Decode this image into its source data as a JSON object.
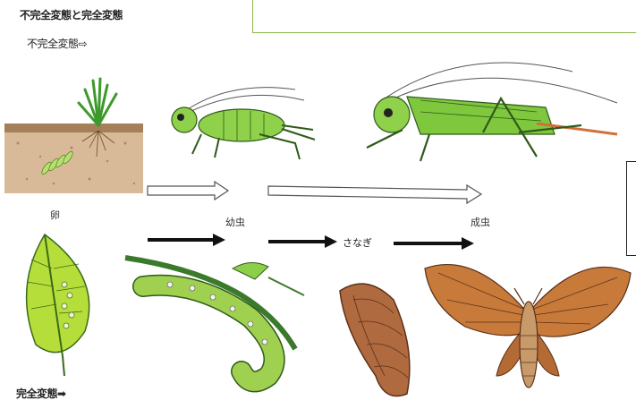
{
  "title": "不完全変態と完全変態",
  "incomplete_label": "不完全変態⇨",
  "complete_label": "完全変態➡",
  "stage_labels": {
    "egg": "卵",
    "larva": "幼虫",
    "pupa": "さなぎ",
    "adult": "成虫"
  },
  "colors": {
    "frame_green": "#8ab84a",
    "cricket_green": "#8fd14a",
    "caterpillar_green": "#9fd050",
    "moth_orange": "#c87a3a",
    "pupa_brown": "#b06a40",
    "soil": "#c9a684"
  }
}
